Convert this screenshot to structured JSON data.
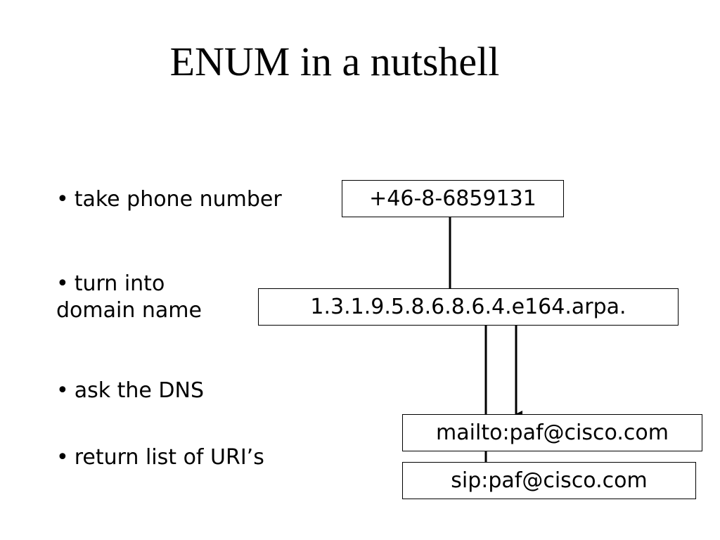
{
  "title": "ENUM in a nutshell",
  "bullets": [
    {
      "symbol": "•",
      "lines": [
        "take phone number"
      ]
    },
    {
      "symbol": "•",
      "lines": [
        "turn into",
        "domain name"
      ]
    },
    {
      "symbol": "•",
      "lines": [
        "ask the DNS"
      ]
    },
    {
      "symbol": "•",
      "lines": [
        "return list of URI’s"
      ]
    }
  ],
  "boxes": {
    "phone": "+46-8-6859131",
    "domain": "1.3.1.9.5.8.6.8.6.4.e164.arpa.",
    "mailto": "mailto:paf@cisco.com",
    "sip": "sip:paf@cisco.com"
  },
  "colors": {
    "stroke": "#000000",
    "background": "#ffffff"
  }
}
